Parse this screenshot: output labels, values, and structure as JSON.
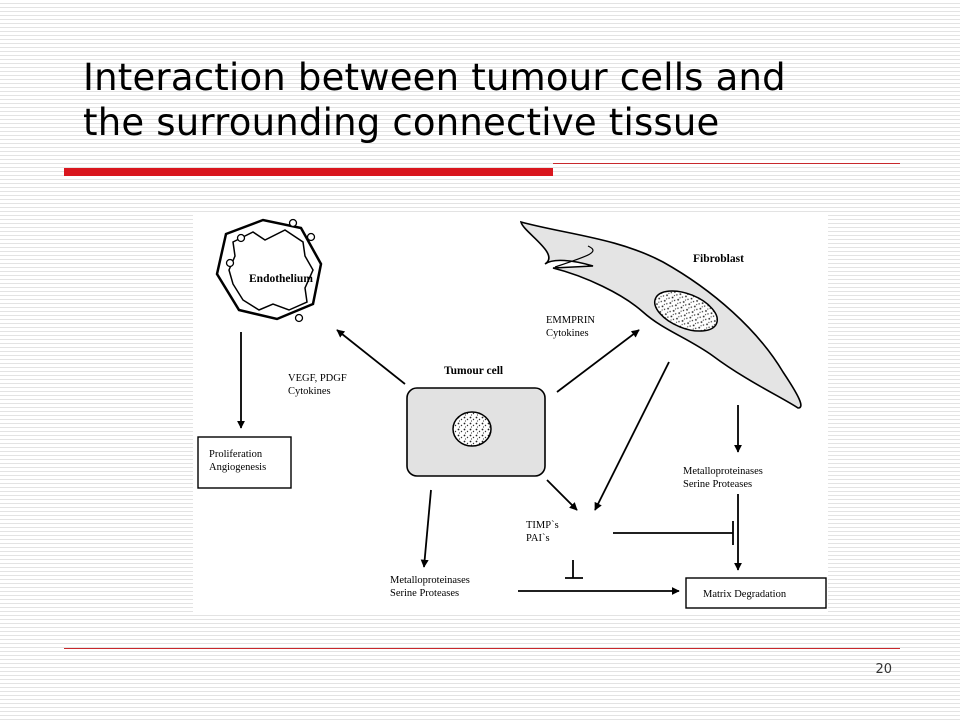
{
  "slide": {
    "title_line1": "Interaction between tumour cells and",
    "title_line2": "the surrounding connective tissue",
    "page_number": "20"
  },
  "diagram": {
    "endothelium_label": "Endothelium",
    "fibroblast_label": "Fibroblast",
    "tumour_cell_label": "Tumour cell",
    "emmprin_line1": "EMMPRIN",
    "emmprin_line2": "Cytokines",
    "vegf_line1": "VEGF, PDGF",
    "vegf_line2": "Cytokines",
    "proliferation_line1": "Proliferation",
    "proliferation_line2": "Angiogenesis",
    "fibro_prot_line1": "Metalloproteinases",
    "fibro_prot_line2": "Serine Proteases",
    "timps_line1": "TIMP`s",
    "timps_line2": "PAI`s",
    "tumour_prot_line1": "Metalloproteinases",
    "tumour_prot_line2": "Serine Proteases",
    "matrix_degradation_label": "Matrix Degradation"
  }
}
